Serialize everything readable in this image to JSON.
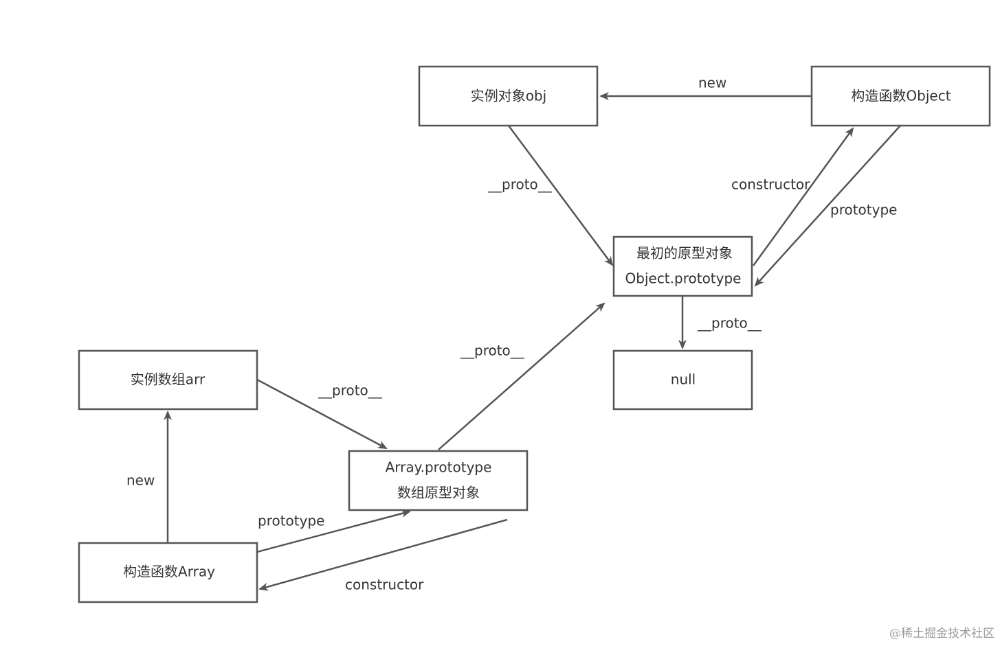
{
  "nodes": {
    "obj": {
      "lines": [
        "实例对象obj"
      ]
    },
    "object_ctor": {
      "lines": [
        "构造函数Object"
      ]
    },
    "object_proto": {
      "lines": [
        "最初的原型对象",
        "Object.prototype"
      ]
    },
    "null_node": {
      "lines": [
        "null"
      ]
    },
    "arr": {
      "lines": [
        "实例数组arr"
      ]
    },
    "array_proto": {
      "lines": [
        "Array.prototype",
        "数组原型对象"
      ]
    },
    "array_ctor": {
      "lines": [
        "构造函数Array"
      ]
    }
  },
  "edges": {
    "object_new": {
      "label": "new"
    },
    "obj_proto": {
      "label": "__proto__"
    },
    "object_constructor": {
      "label": "constructor"
    },
    "object_prototype": {
      "label": "prototype"
    },
    "object_proto_null": {
      "label": "__proto__"
    },
    "array_proto_proto": {
      "label": "__proto__"
    },
    "arr_proto": {
      "label": "__proto__"
    },
    "array_new": {
      "label": "new"
    },
    "array_prototype": {
      "label": "prototype"
    },
    "array_constructor": {
      "label": "constructor"
    }
  },
  "watermark": "@稀土掘金技术社区",
  "colors": {
    "stroke": "#555555",
    "text": "#333333",
    "background": "#ffffff"
  }
}
